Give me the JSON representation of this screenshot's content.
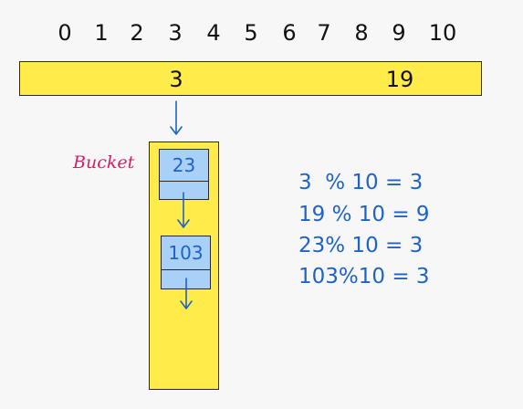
{
  "indices": [
    "0",
    "1",
    "2",
    "3",
    "4",
    "5",
    "6",
    "7",
    "8",
    "9",
    "10"
  ],
  "array_values": {
    "slot_3": "3",
    "slot_9": "19"
  },
  "bucket": {
    "label": "Bucket",
    "nodes": [
      "23",
      "103"
    ]
  },
  "equations": [
    "3  % 10 = 3",
    "19 % 10 = 9",
    "23% 10 = 3",
    "103%10 = 3"
  ],
  "colors": {
    "array_fill": "#ffec4a",
    "node_fill": "#a9d0f6",
    "ink_blue": "#1f63c4",
    "label_pink": "#d21f66"
  }
}
